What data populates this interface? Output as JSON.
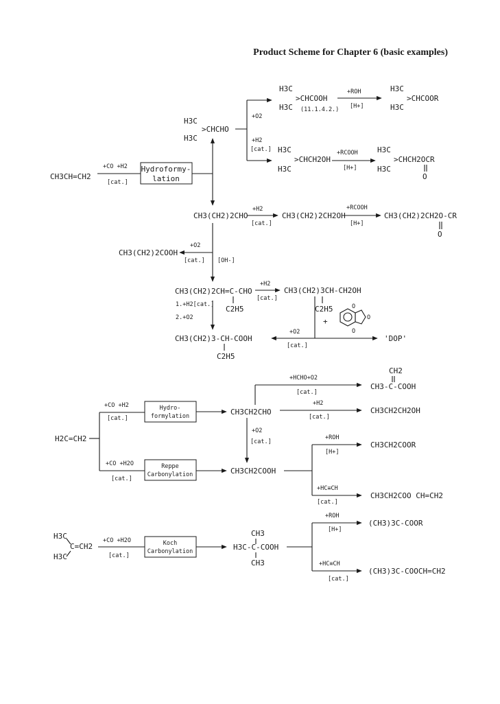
{
  "title": "Product Scheme for Chapter 6 (basic examples)",
  "scheme1": {
    "propene": "CH3CH=CH2",
    "reagent_co_h2": "+CO +H2",
    "cat": "[cat.]",
    "box_hydroformylation": [
      "Hydroformy-",
      "lation"
    ],
    "isobutyraldehyde": [
      "H3C",
      ">CHCHO",
      "H3C"
    ],
    "isobutyric_acid": [
      "H3C",
      ">CHCOOH",
      "H3C"
    ],
    "isobutyric_ref": "(11.1.4.2.)",
    "reagent_roh": "+ROH",
    "acid_h": "[H+]",
    "isobutyric_ester": [
      "H3C",
      ">CHCOOR",
      "H3C"
    ],
    "reagent_o2": "+O2",
    "reagent_h2": "+H2",
    "isobutanol": [
      "H3C",
      ">CHCH2OH",
      "H3C"
    ],
    "reagent_rcooh": "+RCOOH",
    "isobutyl_ester": [
      "H3C",
      ">CHCH2OCR",
      "H3C",
      "O"
    ],
    "n_butyraldehyde": "CH3(CH2)2CHO",
    "n_butanol": "CH3(CH2)2CH2OH",
    "n_butyl_ester": [
      "CH3(CH2)2CH2O-CR",
      "O"
    ],
    "butyric_acid": "CH3(CH2)2COOH",
    "base_oh": "[OH-]",
    "ethylhexenal": [
      "CH3(CH2)2CH=C-CHO",
      "C2H5"
    ],
    "steps": [
      "1.+H2[cat.]",
      "2.+O2"
    ],
    "ethylhexanol": [
      "CH3(CH2)3CH-CH2OH",
      "C2H5"
    ],
    "plus": "+",
    "dop": "'DOP'",
    "ethylhexanoic_acid": [
      "CH3(CH2)3-CH-COOH",
      "C2H5"
    ]
  },
  "scheme2": {
    "ethylene": "H2C=CH2",
    "reagent_co_h2": "+CO +H2",
    "reagent_co_h2o": "+CO +H2O",
    "cat": "[cat.]",
    "box_hydroformylation": [
      "Hydro-",
      "formylation"
    ],
    "box_reppe": [
      "Reppe",
      "Carbonylation"
    ],
    "propionaldehyde": "CH3CH2CHO",
    "reagent_hcho_o2": "+HCHO+O2",
    "methacrylic_acid": [
      "CH2",
      "CH3-C-COOH"
    ],
    "reagent_h2": "+H2",
    "n_propanol": "CH3CH2CH2OH",
    "reagent_o2": "+O2",
    "propionic_acid": "CH3CH2COOH",
    "reagent_roh": "+ROH",
    "acid_h": "[H+]",
    "propionate_ester": "CH3CH2COOR",
    "reagent_acetylene": "+HC≡CH",
    "vinyl_propionate": "CH3CH2COO CH=CH2"
  },
  "scheme3": {
    "isobutene": [
      "H3C",
      "C=CH2",
      "H3C"
    ],
    "reagent_co_h2o": "+CO +H2O",
    "cat": "[cat.]",
    "box_koch": [
      "Koch",
      "Carbonylation"
    ],
    "pivalic_acid": [
      "CH3",
      "H3C-C-COOH",
      "CH3"
    ],
    "reagent_roh": "+ROH",
    "acid_h": "[H+]",
    "pivalate_ester": "(CH3)3C-COOR",
    "reagent_acetylene": "+HC≡CH",
    "vinyl_pivalate": "(CH3)3C-COOCH=CH2"
  }
}
